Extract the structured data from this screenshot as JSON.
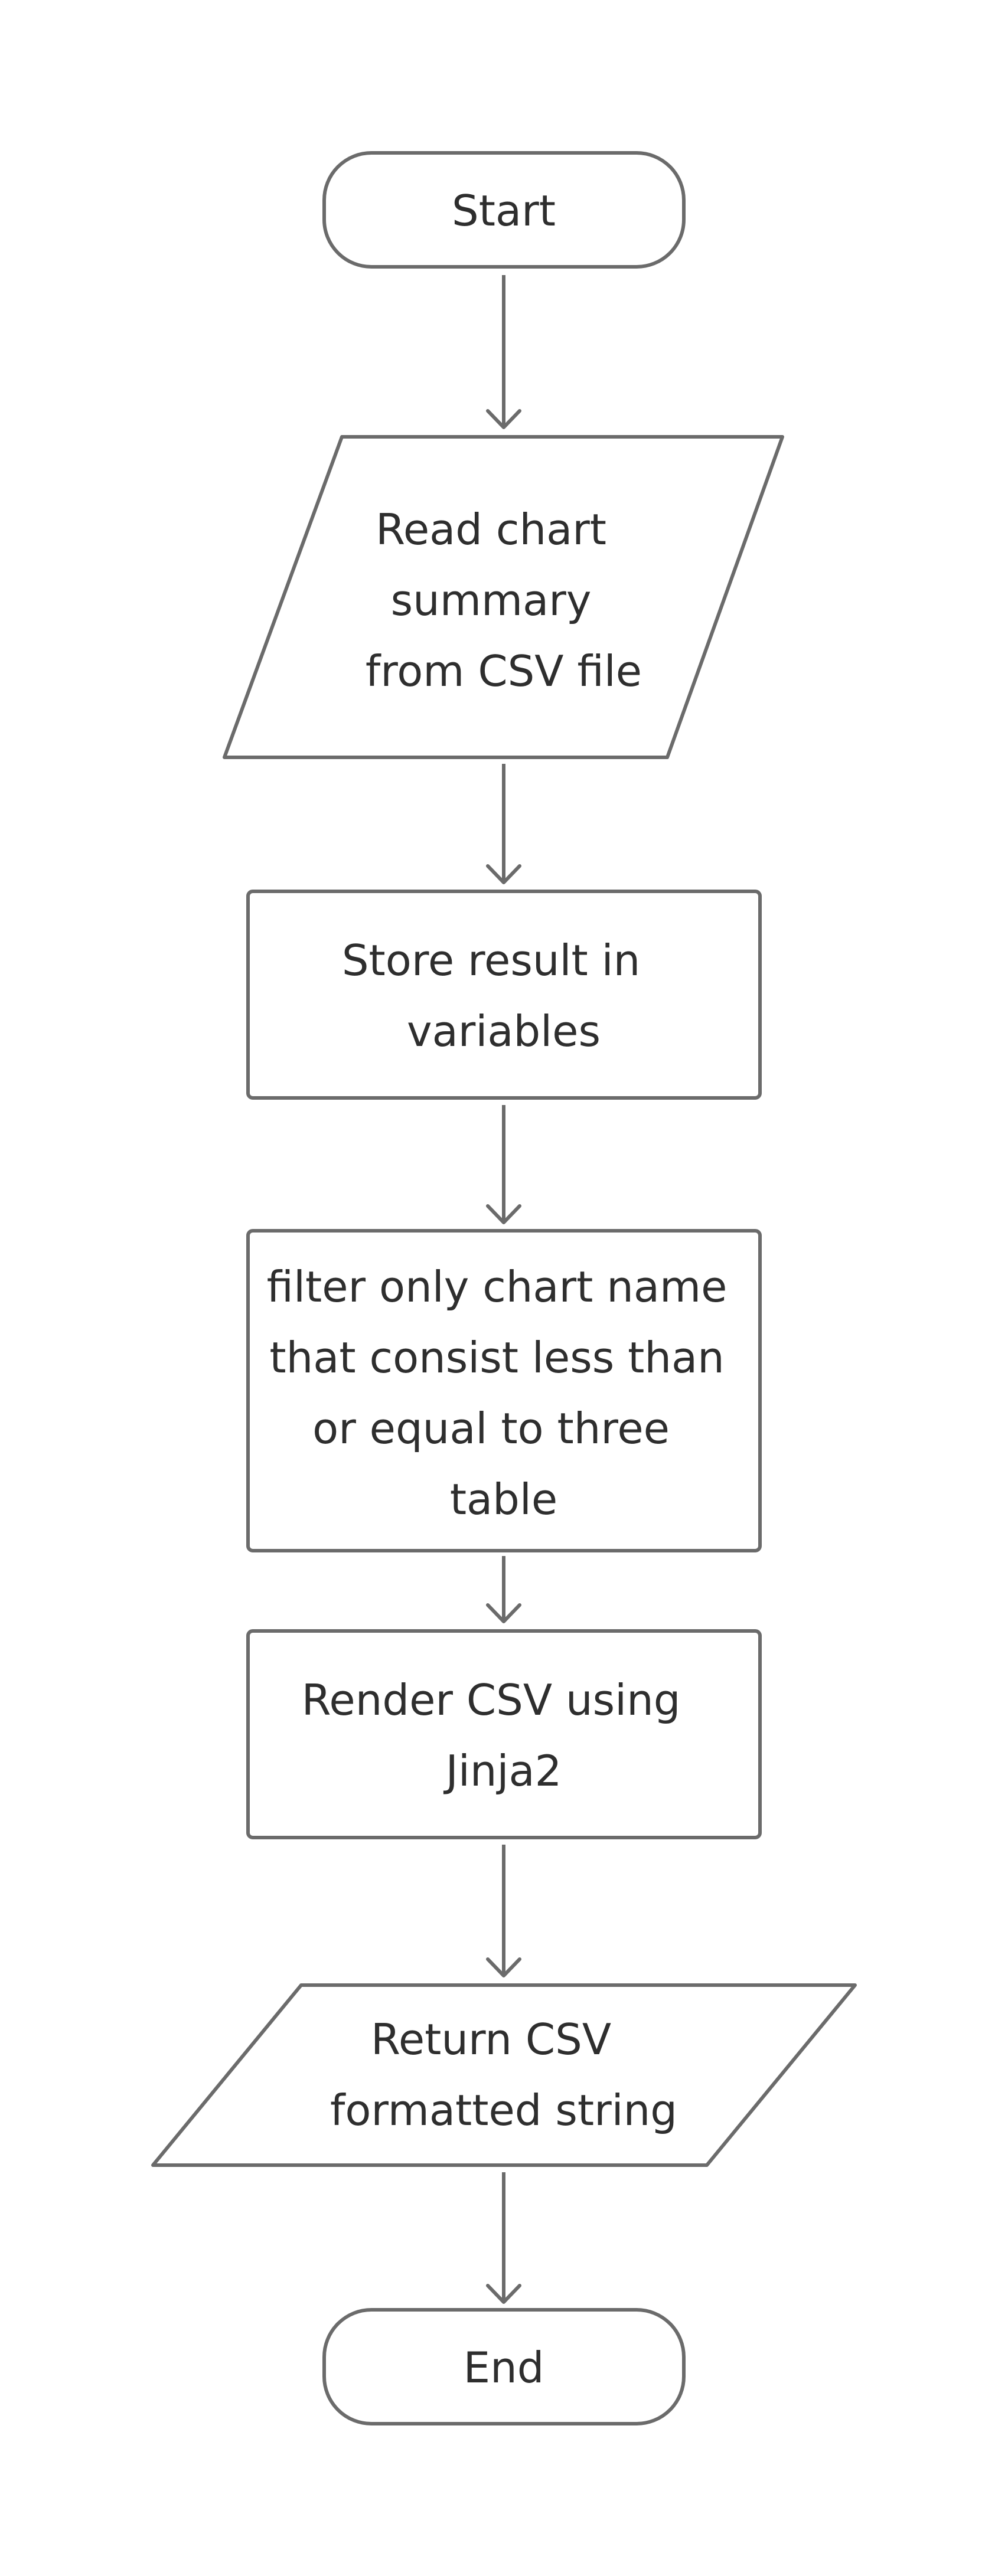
{
  "diagram": {
    "nodes": [
      {
        "id": "start",
        "shape": "terminal",
        "lines": [
          "Start"
        ]
      },
      {
        "id": "read",
        "shape": "io",
        "lines": [
          "Read chart",
          "summary",
          "from CSV file"
        ]
      },
      {
        "id": "store",
        "shape": "process",
        "lines": [
          "Store result in",
          "variables"
        ]
      },
      {
        "id": "filter",
        "shape": "process",
        "lines": [
          "filter only chart name",
          "that consist less than",
          "or equal to three",
          "table"
        ]
      },
      {
        "id": "render",
        "shape": "process",
        "lines": [
          "Render CSV using",
          "Jinja2"
        ]
      },
      {
        "id": "return",
        "shape": "io",
        "lines": [
          "Return CSV",
          "formatted string"
        ]
      },
      {
        "id": "end",
        "shape": "terminal",
        "lines": [
          "End"
        ]
      }
    ],
    "edges": [
      {
        "from": "start",
        "to": "read"
      },
      {
        "from": "read",
        "to": "store"
      },
      {
        "from": "store",
        "to": "filter"
      },
      {
        "from": "filter",
        "to": "render"
      },
      {
        "from": "render",
        "to": "return"
      },
      {
        "from": "return",
        "to": "end"
      }
    ],
    "colors": {
      "stroke": "#6b6b6b",
      "text": "#2e2e2e",
      "fill": "#ffffff",
      "background": "#ffffff"
    }
  }
}
